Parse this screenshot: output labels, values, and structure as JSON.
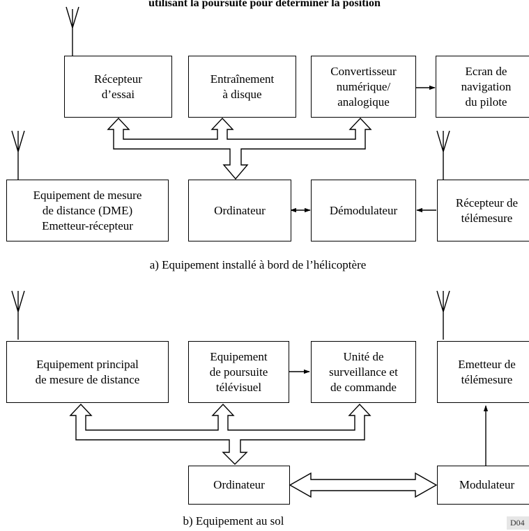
{
  "header": {
    "title": "utilisant la poursuite pour déterminer la position"
  },
  "section_a": {
    "caption": "a) Equipement installé à bord de l’hélicoptère",
    "boxes": {
      "test_receiver": {
        "line1": "Récepteur",
        "line2": "d’essai"
      },
      "disk_drive": {
        "line1": "Entraînement",
        "line2": "à disque"
      },
      "dac": {
        "line1": "Convertisseur",
        "line2": "numérique/",
        "line3": "analogique"
      },
      "pilot_display": {
        "line1": "Ecran de",
        "line2": "navigation",
        "line3": "du pilote"
      },
      "dme": {
        "line1": "Equipement de mesure",
        "line2": "de distance (DME)",
        "line3": "Emetteur-récepteur"
      },
      "computer": {
        "line1": "Ordinateur"
      },
      "demodulator": {
        "line1": "Démodulateur"
      },
      "telemetry_receiver": {
        "line1": "Récepteur de",
        "line2": "télémesure"
      }
    }
  },
  "section_b": {
    "caption": "b) Equipement au sol",
    "boxes": {
      "main_dme": {
        "line1": "Equipement principal",
        "line2": "de mesure de distance"
      },
      "tv_tracking": {
        "line1": "Equipement",
        "line2": "de poursuite",
        "line3": "télévisuel"
      },
      "control_unit": {
        "line1": "Unité de",
        "line2": "surveillance et",
        "line3": "de commande"
      },
      "telemetry_tx": {
        "line1": "Emetteur de",
        "line2": "télémesure"
      },
      "computer": {
        "line1": "Ordinateur"
      },
      "modulator": {
        "line1": "Modulateur"
      }
    }
  },
  "figure_code": "D04"
}
